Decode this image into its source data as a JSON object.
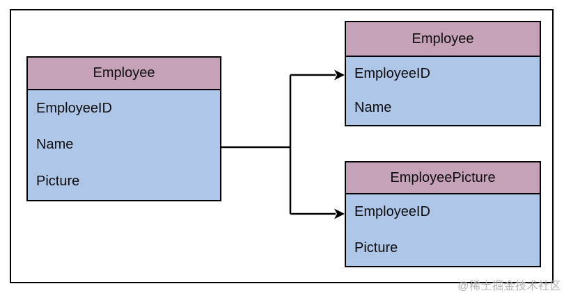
{
  "diagram": {
    "watermark": "@稀土掘金技术社区",
    "colors": {
      "header_fill": "#c6a2b8",
      "body_fill": "#aec6e8",
      "line": "#000000",
      "watermark": "#b5b5b5"
    },
    "tables": {
      "source": {
        "title": "Employee",
        "rows": [
          "EmployeeID",
          "Name",
          "Picture"
        ]
      },
      "top_right": {
        "title": "Employee",
        "rows": [
          "EmployeeID",
          "Name"
        ]
      },
      "bottom_right": {
        "title": "EmployeePicture",
        "rows": [
          "EmployeeID",
          "Picture"
        ]
      }
    }
  }
}
